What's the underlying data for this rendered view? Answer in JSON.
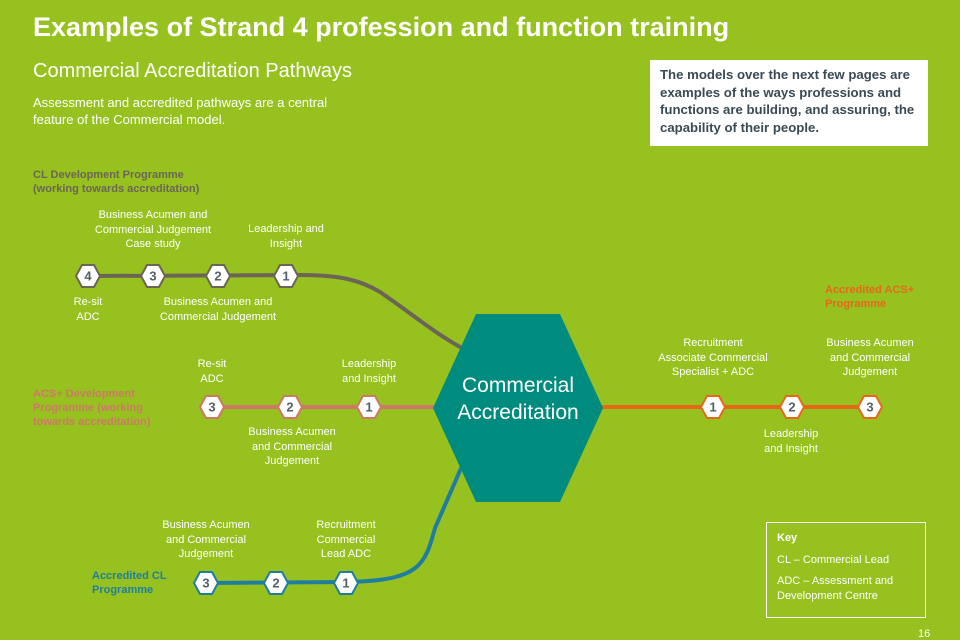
{
  "header": {
    "title": "Examples of Strand 4 profession and function training",
    "subtitle": "Commercial Accreditation Pathways",
    "intro": "Assessment and accredited pathways are a central feature of the Commercial model."
  },
  "note": "The models over the next few pages are examples of the ways professions and functions are building, and assuring, the capability of their people.",
  "hub": {
    "label_line1": "Commercial",
    "label_line2": "Accreditation",
    "color": "#008b7f"
  },
  "pathways": [
    {
      "name_line1": "CL Development Programme",
      "name_line2": "(working towards accreditation)",
      "color": "#6c6555",
      "nodes": [
        "4",
        "3",
        "2",
        "1"
      ],
      "steps": [
        {
          "l1": "Business Acumen and",
          "l2": "Commercial Judgement",
          "l3": "Case study"
        },
        {
          "l1": "Leadership and",
          "l2": "Insight"
        },
        {
          "l1": "Re-sit",
          "l2": "ADC"
        },
        {
          "l1": "Business Acumen and",
          "l2": "Commercial Judgement"
        }
      ]
    },
    {
      "name_line1": "ACS+ Development",
      "name_line2": "Programme (working",
      "name_line3": "towards accreditation)",
      "color": "#cc7a66",
      "nodes": [
        "3",
        "2",
        "1"
      ],
      "steps": [
        {
          "l1": "Re-sit",
          "l2": "ADC"
        },
        {
          "l1": "Leadership",
          "l2": "and Insight"
        },
        {
          "l1": "Business Acumen",
          "l2": "and Commercial",
          "l3": "Judgement"
        }
      ]
    },
    {
      "name_line1": "Accredited CL",
      "name_line2": "Programme",
      "color": "#1f7ea0",
      "nodes": [
        "3",
        "2",
        "1"
      ],
      "steps": [
        {
          "l1": "Business Acumen",
          "l2": "and Commercial",
          "l3": "Judgement"
        },
        {
          "l1": "Recruitment",
          "l2": "Commercial",
          "l3": "Lead ADC"
        }
      ]
    },
    {
      "name_line1": "Accredited ACS+",
      "name_line2": "Programme",
      "color": "#e8681a",
      "nodes": [
        "1",
        "2",
        "3"
      ],
      "steps": [
        {
          "l1": "Recruitment",
          "l2": "Associate Commercial",
          "l3": "Specialist + ADC"
        },
        {
          "l1": "Business Acumen",
          "l2": "and Commercial",
          "l3": "Judgement"
        },
        {
          "l1": "Leadership",
          "l2": "and Insight"
        }
      ]
    }
  ],
  "key": {
    "title": "Key",
    "item1": "CL – Commercial Lead",
    "item2": "ADC – Assessment and Development Centre"
  },
  "page_number": "16"
}
